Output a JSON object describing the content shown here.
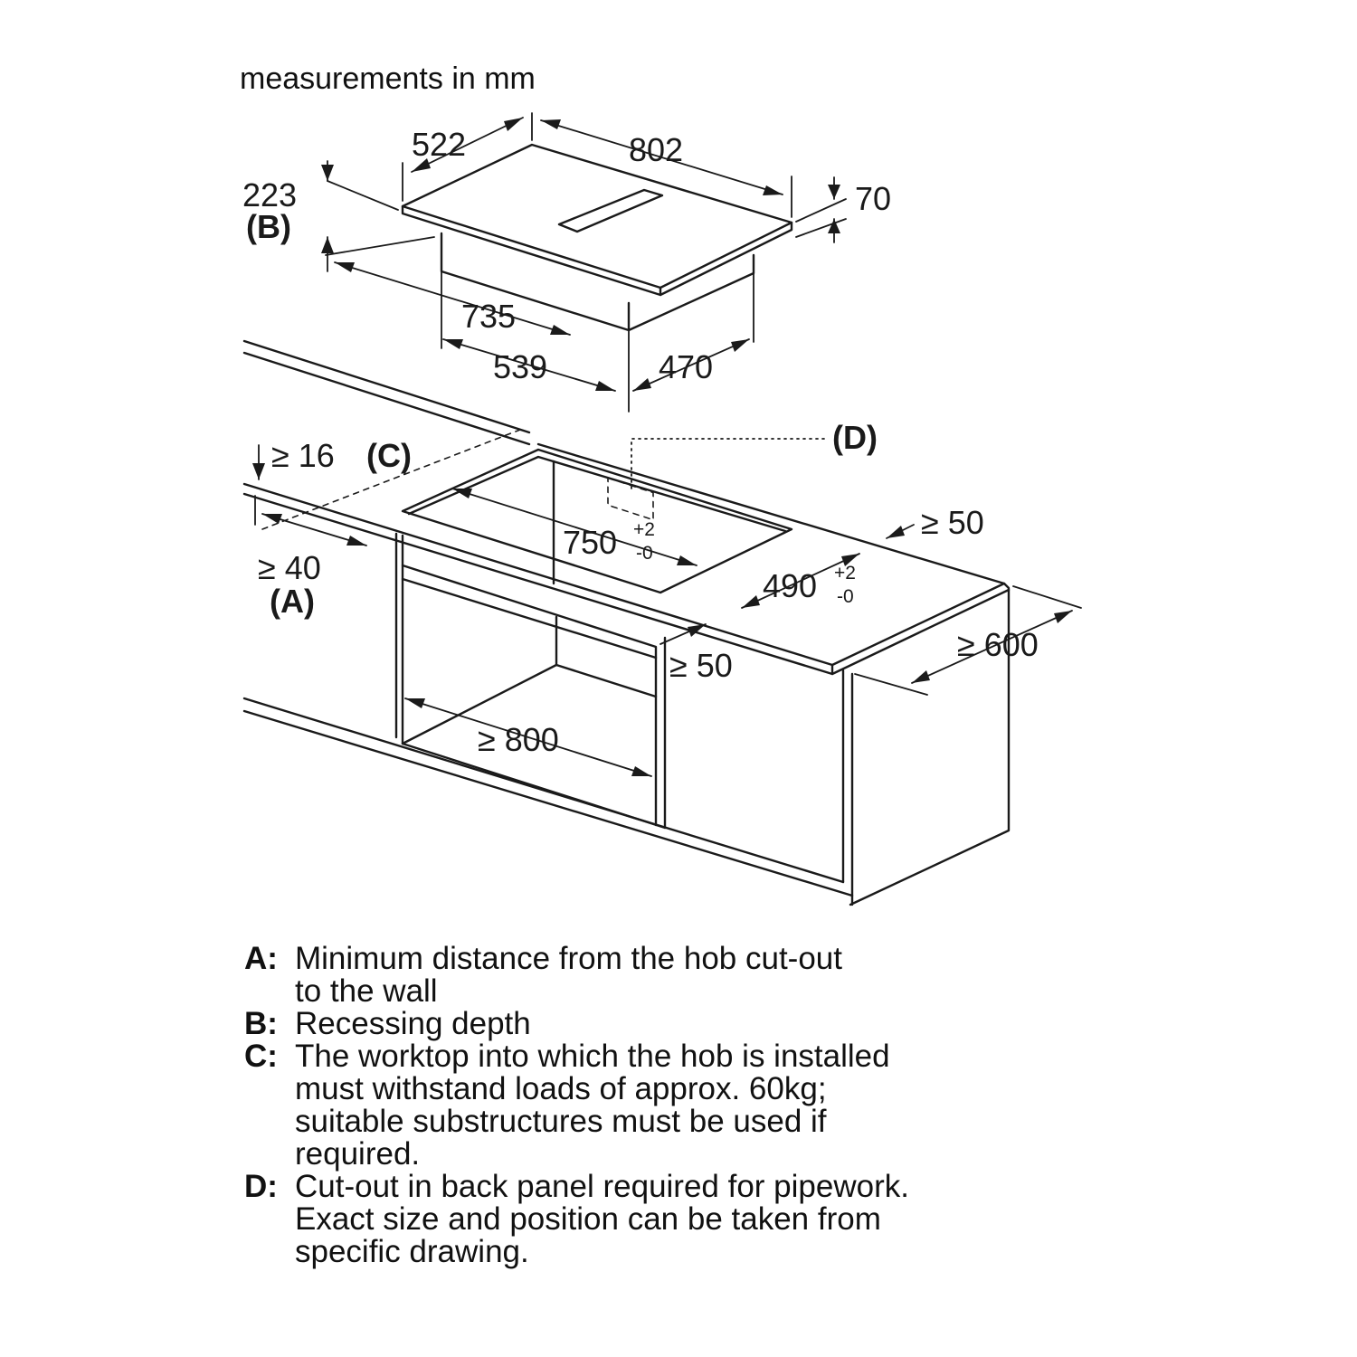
{
  "caption": "measurements in mm",
  "hob": {
    "depth": "522",
    "width": "802",
    "recess_depth": "223",
    "recess_label": "(B)",
    "height": "70",
    "body_width": "735",
    "body_front": "539",
    "body_depth": "470"
  },
  "cutout": {
    "worktop_thickness": "≥ 16",
    "worktop_label": "(C)",
    "wall_distance": "≥ 40",
    "wall_label": "(A)",
    "pipework_label": "(D)",
    "cutout_width": "750",
    "cutout_width_tol_plus": "+2",
    "cutout_width_tol_minus": "-0",
    "cutout_depth": "490",
    "cutout_depth_tol_plus": "+2",
    "cutout_depth_tol_minus": "-0",
    "side_clearance": "≥ 50",
    "front_clearance": "≥ 50",
    "worktop_depth": "≥ 600",
    "cabinet_width": "≥ 800"
  },
  "legend": [
    {
      "key": "A",
      "text": "Minimum distance from the hob cut-out\nto the wall"
    },
    {
      "key": "B",
      "text": "Recessing depth"
    },
    {
      "key": "C",
      "text": "The worktop into which the hob is installed\nmust withstand loads of approx. 60kg;\nsuitable substructures must be used if\nrequired."
    },
    {
      "key": "D",
      "text": "Cut-out in back panel required for pipework.\nExact size and position can be taken from\nspecific drawing."
    }
  ]
}
